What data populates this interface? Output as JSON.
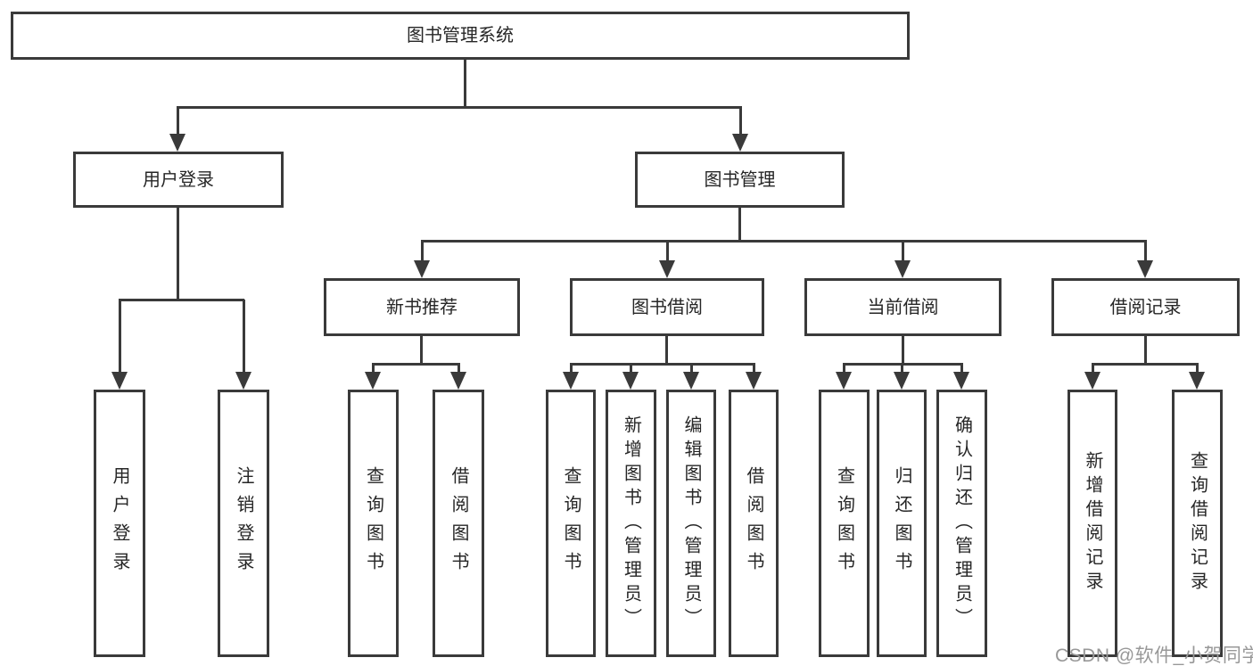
{
  "diagram": {
    "root_label": "图书管理系统",
    "branches": [
      {
        "label": "用户登录",
        "children": [
          {
            "label": "用户登录"
          },
          {
            "label": "注销登录"
          }
        ]
      },
      {
        "label": "图书管理",
        "children": [
          {
            "label": "新书推荐",
            "children": [
              {
                "label": "查询图书"
              },
              {
                "label": "借阅图书"
              }
            ]
          },
          {
            "label": "图书借阅",
            "children": [
              {
                "label": "查询图书"
              },
              {
                "label": "新增图书（管理员）"
              },
              {
                "label": "编辑图书（管理员）"
              },
              {
                "label": "借阅图书"
              }
            ]
          },
          {
            "label": "当前借阅",
            "children": [
              {
                "label": "查询图书"
              },
              {
                "label": "归还图书"
              },
              {
                "label": "确认归还（管理员）"
              }
            ]
          },
          {
            "label": "借阅记录",
            "children": [
              {
                "label": "新增借阅记录"
              },
              {
                "label": "查询借阅记录"
              }
            ]
          }
        ]
      }
    ]
  },
  "watermark": {
    "text": "CSDN @软件_小贺同学"
  },
  "colors": {
    "line": "#3a3a3a",
    "box_border": "#3a3a3a",
    "text": "#262626",
    "watermark": "#989898",
    "background": "#ffffff"
  }
}
